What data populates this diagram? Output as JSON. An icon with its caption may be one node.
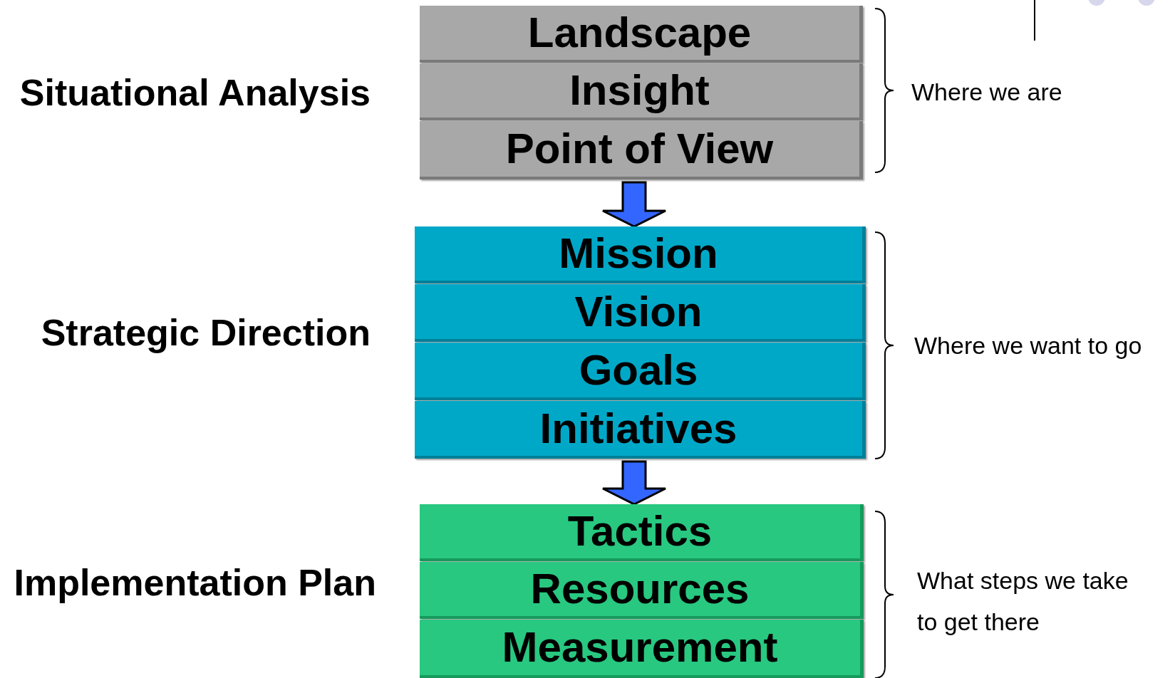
{
  "diagram": {
    "nodes": [
      {
        "text": [
          "Landscape"
        ]
      },
      {
        "text": [
          "Insight"
        ]
      },
      {
        "text": [
          "Point of View"
        ]
      },
      {
        "text": [
          "Mission"
        ]
      },
      {
        "text": [
          "Vision"
        ]
      },
      {
        "text": [
          "Goals"
        ]
      },
      {
        "text": [
          "Initiatives"
        ]
      },
      {
        "text": [
          "Tactics"
        ]
      },
      {
        "text": [
          "Resources"
        ]
      },
      {
        "text": [
          "Measurement"
        ]
      }
    ],
    "edges": [
      {
        "from": 2,
        "to": 3,
        "arrow": "to"
      },
      {
        "from": 6,
        "to": 7,
        "arrow": "to"
      }
    ],
    "labels": [
      "Situational Analysis",
      "Where we are",
      "Strategic Direction",
      "Where we want to go",
      "Implementation Plan",
      "What steps we take to get there"
    ]
  }
}
